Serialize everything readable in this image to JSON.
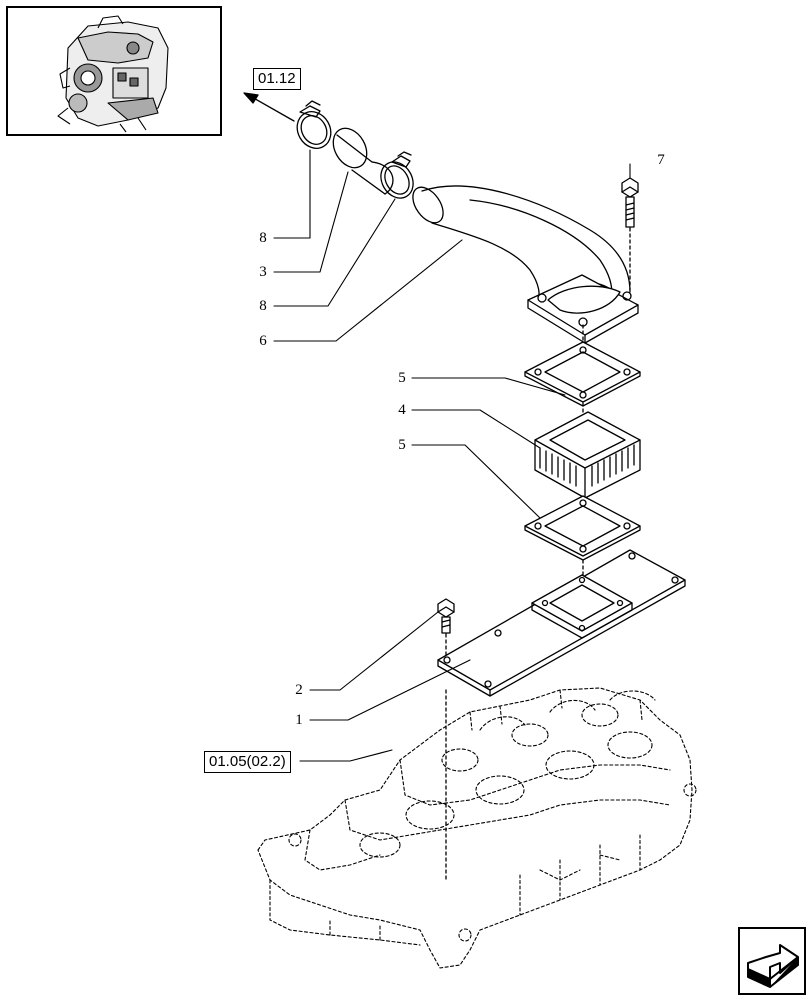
{
  "references": {
    "top_ref": "01.12",
    "head_ref": "01.05(02.2)"
  },
  "callouts": {
    "c7": "7",
    "c8a": "8",
    "c3": "3",
    "c8b": "8",
    "c6": "6",
    "c5a": "5",
    "c4": "4",
    "c5b": "5",
    "c2": "2",
    "c1": "1"
  },
  "icons": {
    "thumbnail": "engine-thumbnail-icon",
    "next": "next-page-arrow-icon"
  }
}
